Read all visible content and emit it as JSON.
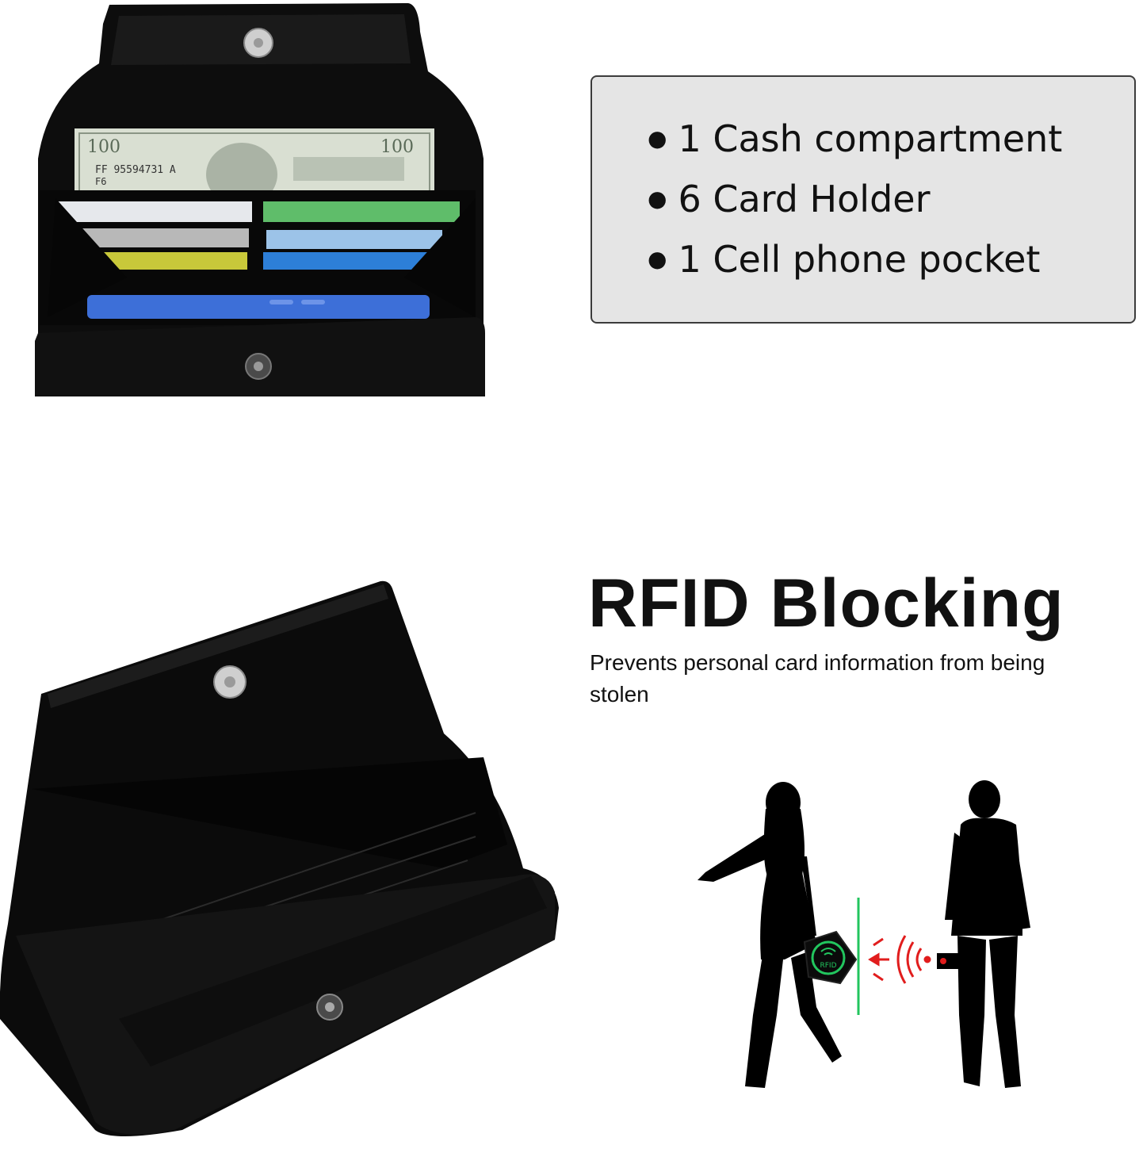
{
  "features": {
    "items": [
      "1 Cash compartment",
      "6 Card Holder",
      "1 Cell phone pocket"
    ]
  },
  "rfid": {
    "title": "RFID Blocking",
    "description": "Prevents personal card information from being stolen",
    "badge_label": "RFID"
  },
  "banknote": {
    "denomination": "100",
    "serial": "FF 95594731 A",
    "plate": "F6"
  },
  "colors": {
    "leather": "#0d0d0d",
    "feature_box_bg": "#e5e5e5",
    "shield_green": "#22c55e",
    "signal_red": "#e11d1d"
  }
}
